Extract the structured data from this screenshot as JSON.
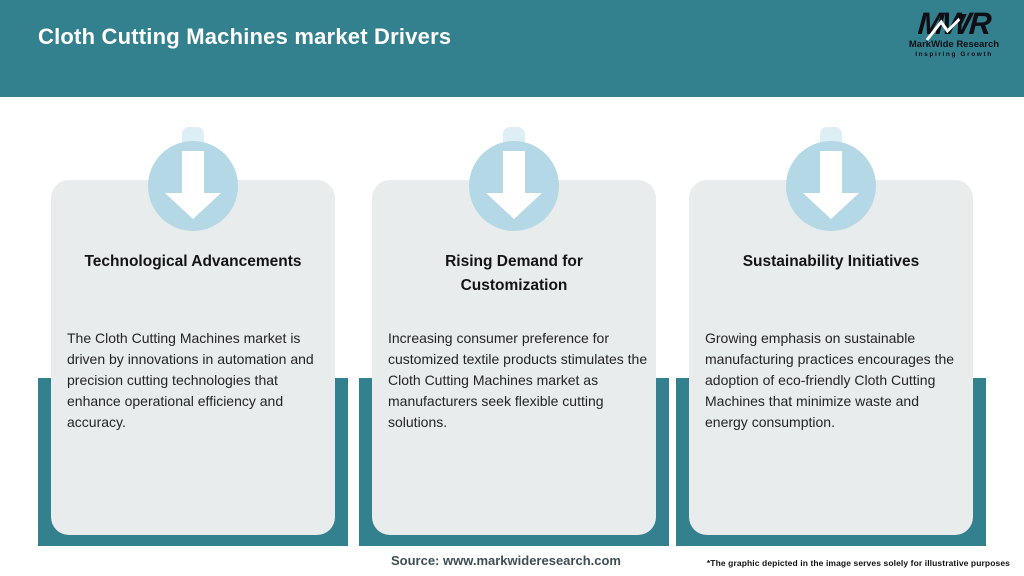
{
  "header": {
    "title": "Cloth Cutting Machines market Drivers",
    "logo": {
      "monogram": "MWR",
      "name": "MarkWide Research",
      "tagline": "Inspiring Growth"
    }
  },
  "cards": [
    {
      "icon": "down-arrow",
      "title": "Technological Advancements",
      "body": "The Cloth Cutting Machines market is\ndriven by innovations in automation and\nprecision cutting technologies that\nenhance operational efficiency and\naccuracy."
    },
    {
      "icon": "down-arrow",
      "title": "Rising Demand for\nCustomization",
      "body": "Increasing consumer preference for\ncustomized textile products stimulates the\nCloth Cutting Machines market as\nmanufacturers seek flexible cutting\nsolutions."
    },
    {
      "icon": "down-arrow",
      "title": "Sustainability Initiatives",
      "body": "Growing emphasis on sustainable\nmanufacturing practices encourages the\nadoption of eco-friendly Cloth Cutting\nMachines that minimize waste and\nenergy consumption."
    }
  ],
  "footer": {
    "source": "Source: www.markwideresearch.com",
    "disclaimer": "*The graphic depicted in the image serves solely for illustrative purposes"
  },
  "colors": {
    "teal": "#33818f",
    "circle_blue": "#b5d8e6",
    "pale_tab_blue": "#ddeef5",
    "card_gray": "#e8ecec",
    "title_text": "#141414",
    "body_text": "#242424",
    "source_text": "#3e4e54"
  }
}
